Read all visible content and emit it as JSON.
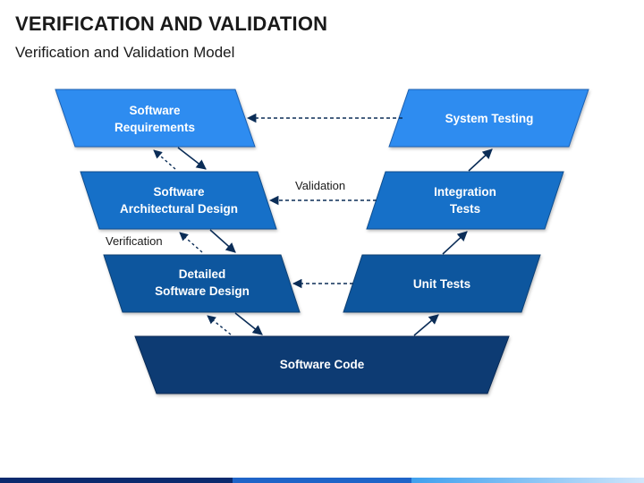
{
  "header": {
    "title": "VERIFICATION AND VALIDATION",
    "subtitle": "Verification and Validation Model"
  },
  "boxes": {
    "software_requirements": {
      "line1": "Software",
      "line2": "Requirements"
    },
    "architectural_design": {
      "line1": "Software",
      "line2": "Architectural Design"
    },
    "detailed_design": {
      "line1": "Detailed",
      "line2": "Software Design"
    },
    "software_code": {
      "line1": "Software Code"
    },
    "unit_tests": {
      "line1": "Unit Tests"
    },
    "integration_tests": {
      "line1": "Integration",
      "line2": "Tests"
    },
    "system_testing": {
      "line1": "System Testing"
    }
  },
  "annotations": {
    "validation": "Validation",
    "verification": "Verification"
  },
  "colors": {
    "level1": "#2e8cf0",
    "level2": "#1670c8",
    "level3": "#0f579e",
    "level4": "#0b3b73",
    "arrow": "#0b2d57"
  }
}
